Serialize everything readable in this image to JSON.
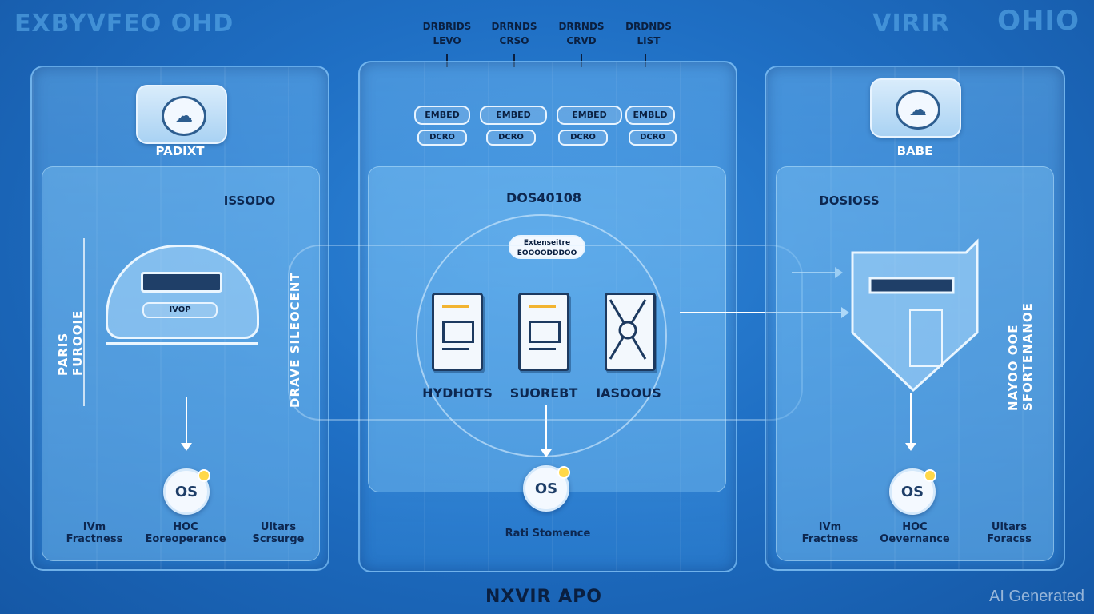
{
  "corners": {
    "top_left": "EXBYVFEO OHD",
    "top_right": "VIRIR",
    "top_right_2": "OHIO"
  },
  "top_tags": [
    {
      "line1": "DRBRIDS",
      "line2": "LEVO"
    },
    {
      "line1": "DRRNDS",
      "line2": "CRSO"
    },
    {
      "line1": "DRRNDS",
      "line2": "CRVD"
    },
    {
      "line1": "DRDNDS",
      "line2": "LIST"
    }
  ],
  "top_pills": [
    {
      "top": "EMBED",
      "bottom": "DCRO"
    },
    {
      "top": "EMBED",
      "bottom": "DCRO"
    },
    {
      "top": "EMBED",
      "bottom": "DCRO"
    },
    {
      "top": "EMBLD",
      "bottom": "DCRO"
    }
  ],
  "left": {
    "title": "PADIXT",
    "subtitle": "ISSODO",
    "vertical_1": "PARIS FUROOIE",
    "vertical_2": "DRAVE SILEOCENT",
    "device_label": "IVOP",
    "badge": "OS",
    "bottom": [
      {
        "line1": "IVm",
        "line2": "Fractness"
      },
      {
        "line1": "HOC",
        "line2": "Eoreoperance"
      },
      {
        "line1": "Ultars",
        "line2": "Scrsurge"
      }
    ]
  },
  "center": {
    "subtitle": "DOS40108",
    "pill": {
      "line1": "Extenseitre",
      "line2": "EOOOODDDOO"
    },
    "docs": [
      {
        "label": "HYDHOTS"
      },
      {
        "label": "SUOREBT"
      },
      {
        "label": "IASOOUS"
      }
    ],
    "badge": "OS",
    "bottom_label": "Rati Stomence"
  },
  "right": {
    "title": "BABE",
    "subtitle": "DOSIOSS",
    "vertical": "NAYOO OOE SFORTENANOE",
    "badge": "OS",
    "bottom": [
      {
        "line1": "IVm",
        "line2": "Fractness"
      },
      {
        "line1": "HOC",
        "line2": "Oevernance"
      },
      {
        "line1": "Ultars",
        "line2": "Foracss"
      }
    ]
  },
  "footer": {
    "logo": "NXVIR APO",
    "watermark": "AI Generated"
  }
}
